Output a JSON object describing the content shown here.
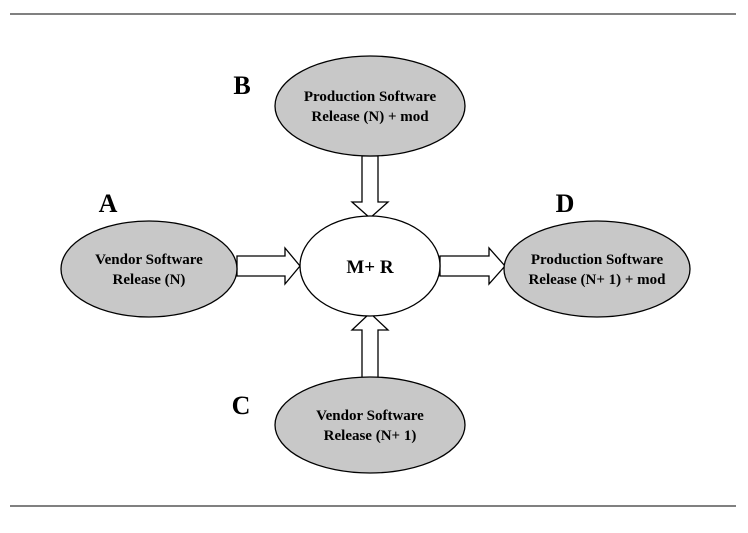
{
  "labels": {
    "a": "A",
    "b": "B",
    "c": "C",
    "d": "D"
  },
  "nodes": {
    "center": {
      "text": "M+ R"
    },
    "a": {
      "line1": "Vendor Software",
      "line2": "Release (N)"
    },
    "b": {
      "line1": "Production Software",
      "line2": "Release (N) +  mod"
    },
    "c": {
      "line1": "Vendor Software",
      "line2": "Release (N+ 1)"
    },
    "d": {
      "line1": "Production Software",
      "line2": "Release (N+ 1) +  mod"
    }
  },
  "colors": {
    "node_fill": "#c8c8c8",
    "center_fill": "#ffffff",
    "stroke": "#000000"
  }
}
